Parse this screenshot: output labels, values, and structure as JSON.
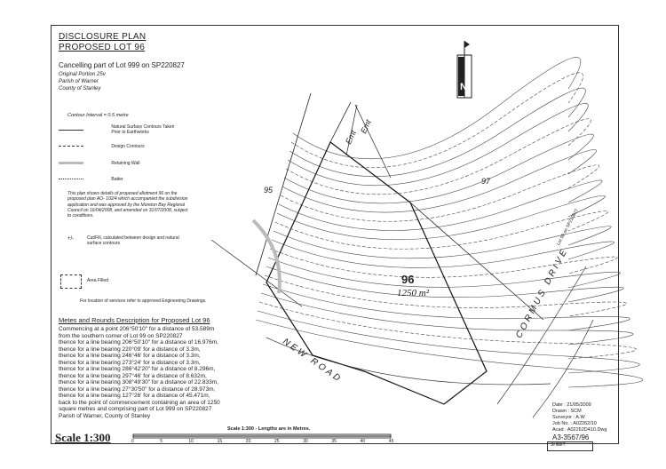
{
  "header": {
    "title_line1": "DISCLOSURE PLAN",
    "title_line2": "PROPOSED LOT 96",
    "cancel_line": "Cancelling part of Lot 999 on SP220827",
    "portion": "Original Portion 25v",
    "parish": "Parish of Warner",
    "county": "County of Stanley"
  },
  "legend": {
    "interval": "Contour Interval = 0.5 metre",
    "natural_surface": "Natural Surface Contours Taken Prior to Earthworks",
    "design_contours": "Design Contours",
    "retaining_wall": "Retaining Wall",
    "batter": "Batter",
    "note": "This plan shows details of proposed allotment 96 on the proposed plan AO- 102/4 which accompanied the subdivision application and was approved by the Moreton Bay Regional Council on 16/04/2008, and amended on 31/07/2008, subject to conditions.",
    "cut_fill": "Cut/Fill, calculated between design and natural surface contours",
    "area_filled": "Area Filled",
    "services_note": "For location of services refer to approved Engineering Drawings."
  },
  "metes": {
    "heading": "Metes and Rounds Description for Proposed Lot 96",
    "lines": [
      "Commencing at a point 206°50'10\" for a distance of 53.589m",
      "from the southern corner of Lot 99 on SP220827",
      "thence for a line bearing 206°50'10\" for a distance of 16.976m,",
      "thence for a line bearing 220°09' for a distance of 3.3m,",
      "thence for a line bearing 246°46' for a distance of 3.3m,",
      "thence for a line bearing 273°24' for a distance of 3.3m,",
      "thence for a line bearing 286°42'20\" for a distance of 8.296m,",
      "thence for a line bearing 297°46' for a distance of 8.632m,",
      "thence for a line bearing 308°49'30\" for a distance of 22.833m,",
      "thence for a line bearing 27°30'50\" for a distance of 28.973m,",
      "thence for a line bearing 127°26' for a distance of 45.471m,",
      "back to the point of commencement containing an area of 1250",
      "square metres and comprising part of Lot 999 on SP220827",
      "Parish of Warner, County of Stanley"
    ]
  },
  "scale": {
    "label": "Scale 1:300",
    "bar_title": "Scale 1:300 - Lengths are in Metres.",
    "ticks": [
      "0",
      "5",
      "10",
      "15",
      "20",
      "25",
      "30",
      "35",
      "40",
      "45"
    ]
  },
  "plan": {
    "lot_number": "96",
    "area": "1250 m²",
    "lot_95": "95",
    "lot_97": "97",
    "road1": "NEW ROAD",
    "road2": "CORMUS DRIVE",
    "emt": "Emt",
    "north": "N",
    "lot_99_note": "Lot 99 on SP220827"
  },
  "titleblock": {
    "date": "Date : 21/05/2009",
    "drawn": "Drawn : SCM",
    "surveyor": "Surveyor : A.W",
    "job": "Job No. : A02262/10",
    "acad": "Acad : A02262D410.Dwg",
    "sheet_no": "A3-3567/96",
    "sheet": "SHEET"
  }
}
